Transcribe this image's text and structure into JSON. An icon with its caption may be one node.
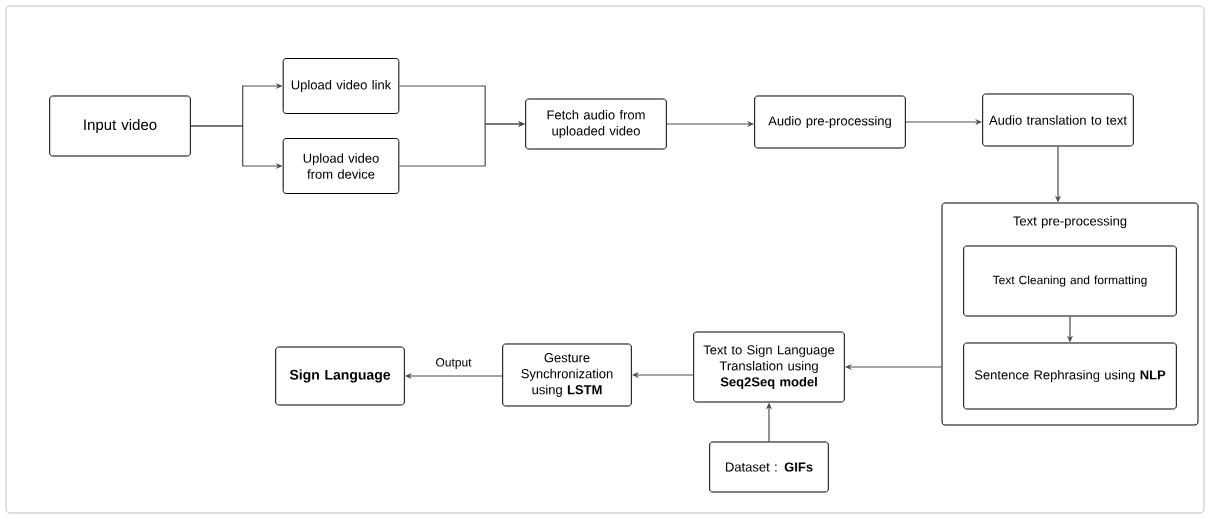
{
  "diagram": {
    "nodes": [
      {
        "text": [
          "Input video"
        ]
      },
      {
        "text": [
          "Upload video link"
        ]
      },
      {
        "text": [
          "Upload video from device"
        ]
      },
      {
        "text": [
          "Fetch audio from uploaded video"
        ]
      },
      {
        "text": [
          "Audio pre-processing"
        ]
      },
      {
        "text": [
          "Audio translation to text"
        ]
      },
      {
        "text": [
          "Text pre-processing"
        ]
      },
      {
        "text": [
          "Text Cleaning and formatting"
        ],
        "in": 6
      },
      {
        "text": [
          "Sentence Rephrasing using **NLP**"
        ],
        "in": 6
      },
      {
        "text": [
          "Text to Sign Language Translation using **Seq2Seq model**"
        ]
      },
      {
        "text": [
          "Gesture Synchronization using **LSTM**"
        ]
      },
      {
        "text": [
          "Sign Language"
        ]
      },
      {
        "text": [
          "Dataset : **GIFs**"
        ]
      }
    ],
    "edges": [
      {
        "from": 0,
        "to": 1,
        "arrow": "to"
      },
      {
        "from": 0,
        "to": 2,
        "arrow": "to"
      },
      {
        "from": 1,
        "to": 3,
        "arrow": "to"
      },
      {
        "from": 2,
        "to": 3,
        "arrow": "to"
      },
      {
        "from": 3,
        "to": 4,
        "arrow": "to"
      },
      {
        "from": 4,
        "to": 5,
        "arrow": "to"
      },
      {
        "from": 5,
        "to": 6,
        "arrow": "to"
      },
      {
        "from": 7,
        "to": 8,
        "arrow": "to"
      },
      {
        "from": 6,
        "to": 9,
        "arrow": "to"
      },
      {
        "from": 12,
        "to": 9,
        "arrow": "to"
      },
      {
        "from": 9,
        "to": 10,
        "arrow": "to"
      },
      {
        "from": 10,
        "to": 11,
        "arrow": "to",
        "label": "Output"
      }
    ]
  }
}
